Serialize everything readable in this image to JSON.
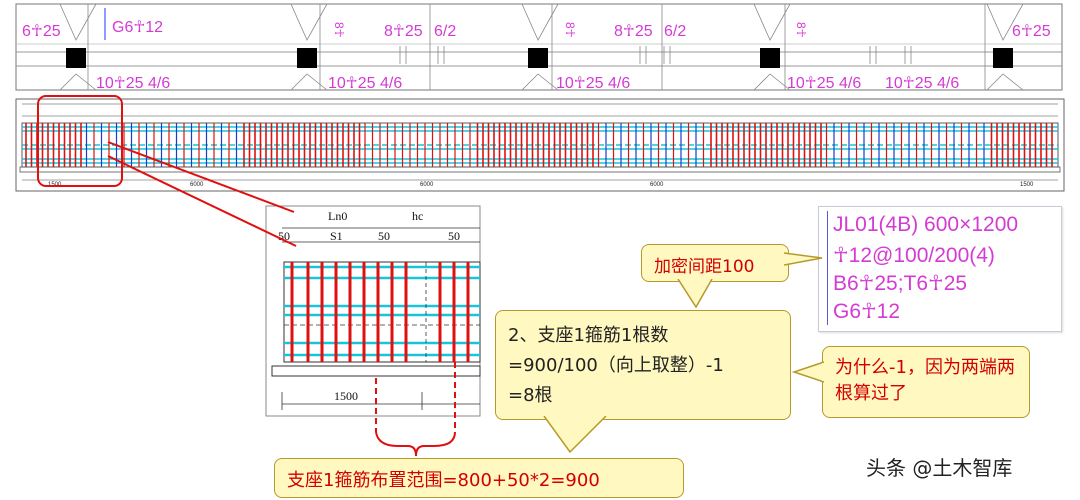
{
  "plan": {
    "labels_top": [
      "6☥25",
      "G6☥12",
      "8☥25",
      "6/2",
      "8☥25",
      "6/2",
      "6☥25"
    ],
    "vertical_marks": [
      "8☥",
      "8☥",
      "8☥"
    ],
    "labels_bottom": [
      "10☥25 4/6",
      "10☥25 4/6",
      "10☥25 4/6",
      "10☥25 4/6",
      "10☥25 4/6"
    ]
  },
  "elevation": {
    "span_dims": [
      "1500",
      "6000",
      "6000",
      "6000",
      "1500"
    ]
  },
  "detail": {
    "top_labels": [
      "Ln0",
      "hc"
    ],
    "dim_labels": [
      "50",
      "S1",
      "50",
      "50"
    ],
    "bottom_dim": "1500"
  },
  "beam_info": {
    "line1": "JL01(4B) 600×1200",
    "line2": "☥12@100/200(4)",
    "line3": "B6☥25;T6☥25",
    "line4": "G6☥12"
  },
  "callouts": {
    "spacing": "加密间距100",
    "count_title": "2、支座1箍筋1根数",
    "count_formula": "=900/100（向上取整）-1",
    "count_result": "=8根",
    "why": "为什么-1，因为两端两根算过了",
    "range": "支座1箍筋布置范围=800+50*2=900"
  },
  "watermark": "头条 @土木智库",
  "colors": {
    "stirrup": "#e01010",
    "bar": "#19c3d8",
    "blue": "#1a3ccc",
    "label": "#d43bd4",
    "callout_fill": "#fff8c0"
  }
}
